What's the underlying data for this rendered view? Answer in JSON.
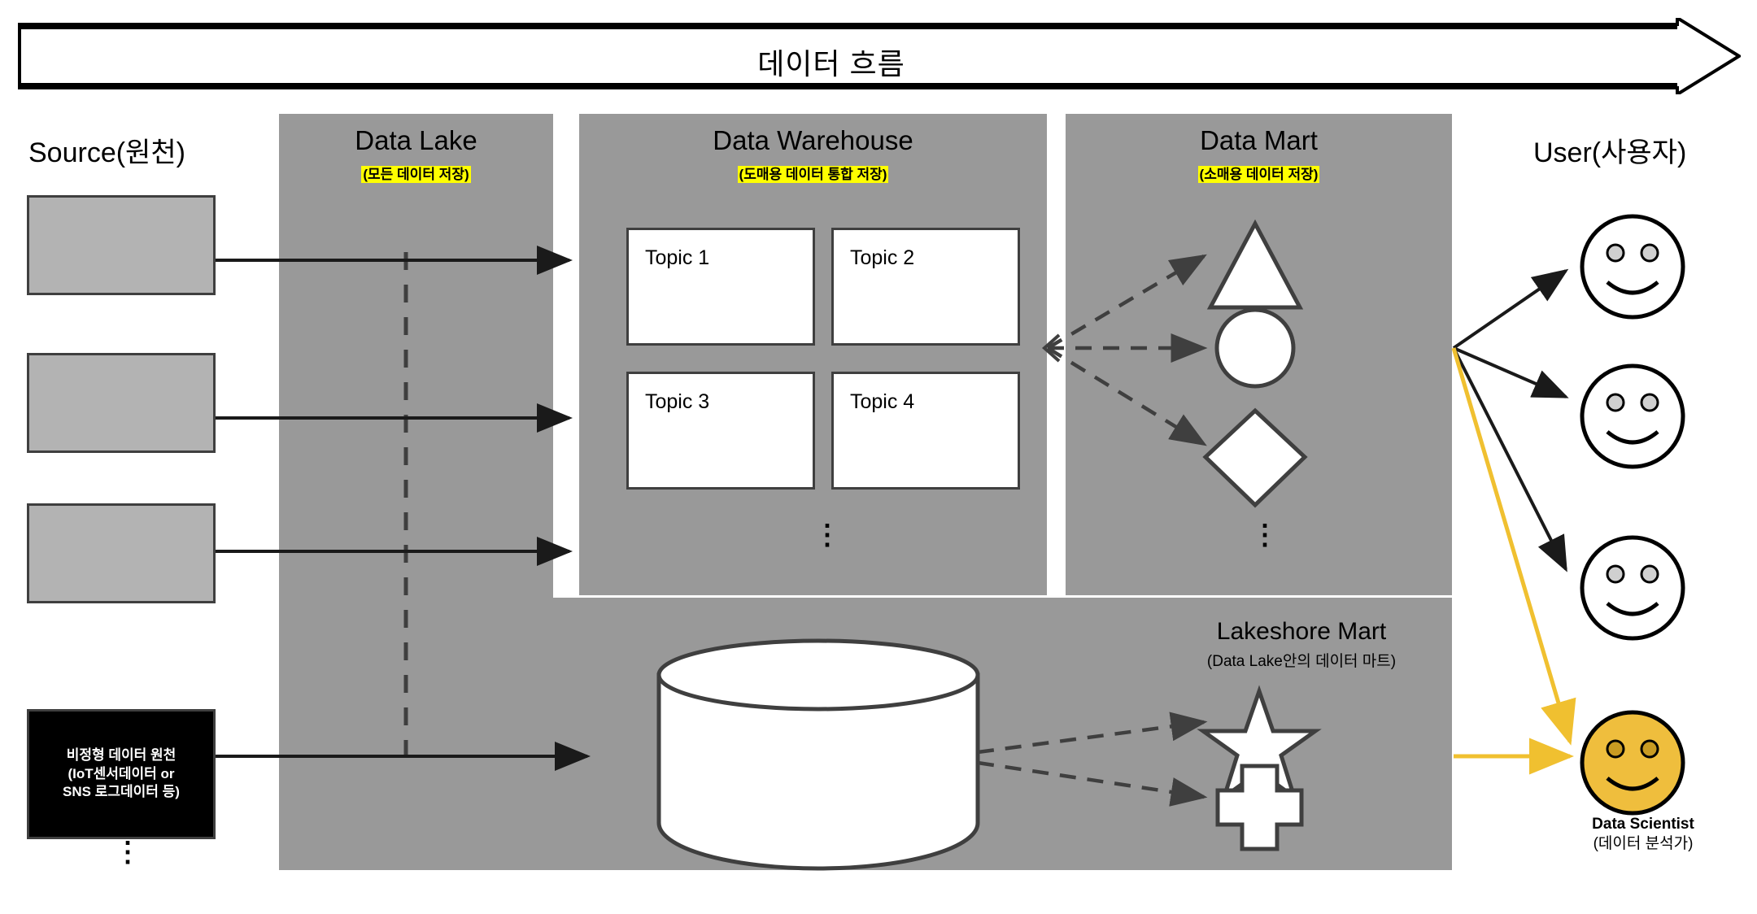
{
  "diagram": {
    "flow_arrow": {
      "label": "데이터 흐름"
    },
    "columns": {
      "source": {
        "title": "Source(원천)"
      },
      "user": {
        "title": "User(사용자)"
      }
    },
    "zones": [
      {
        "id": "lake",
        "title": "Data Lake",
        "subtitle": "(모든 데이터 저장)"
      },
      {
        "id": "warehouse",
        "title": "Data Warehouse",
        "subtitle": "(도매용 데이터 통합 저장)"
      },
      {
        "id": "mart",
        "title": "Data Mart",
        "subtitle": "(소매용 데이터 저장)"
      }
    ],
    "lakeshore": {
      "title": "Lakeshore Mart",
      "subtitle": "(Data Lake안의 데이터 마트)"
    },
    "sources": [
      {
        "id": "src-1",
        "label": ""
      },
      {
        "id": "src-2",
        "label": ""
      },
      {
        "id": "src-3",
        "label": ""
      }
    ],
    "unstructured_source": {
      "line1": "비정형 데이터 원천",
      "line2": "(IoT센서데이터 or",
      "line3": "SNS 로그데이터 등)"
    },
    "topics": [
      {
        "id": "topic-1",
        "label": "Topic 1"
      },
      {
        "id": "topic-2",
        "label": "Topic 2"
      },
      {
        "id": "topic-3",
        "label": "Topic 3"
      },
      {
        "id": "topic-4",
        "label": "Topic 4"
      }
    ],
    "mart_shapes": [
      "triangle",
      "circle",
      "diamond"
    ],
    "lakeshore_shapes": [
      "star",
      "cross"
    ],
    "users": [
      {
        "id": "user-1",
        "type": "smiley",
        "label": ""
      },
      {
        "id": "user-2",
        "type": "smiley",
        "label": ""
      },
      {
        "id": "user-3",
        "type": "smiley",
        "label": ""
      }
    ],
    "data_scientist": {
      "name": "Data Scientist",
      "subtitle": "(데이터 분석가)"
    },
    "ellipsis": "⋮",
    "colors": {
      "zone_gray": "#999999",
      "source_gray": "#b3b3b3",
      "stroke": "#3f3f3f",
      "highlight_yellow": "#ffff00",
      "scientist_orange": "#efbe3d",
      "scientist_arrow": "#f0c030",
      "black": "#000000",
      "white": "#ffffff"
    }
  }
}
